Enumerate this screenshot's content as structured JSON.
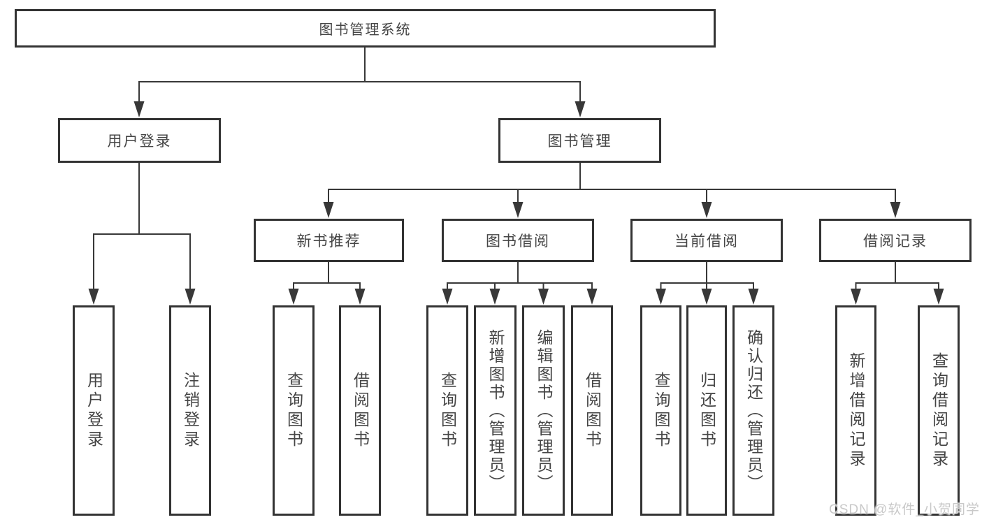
{
  "watermark": "CSDN @软件_小贺同学",
  "colors": {
    "line": "#383838",
    "box_border": "#333333",
    "text": "#454545",
    "background": "#ffffff",
    "watermark_text": "#c9c9c9"
  },
  "tree": {
    "root": "图书管理系统",
    "branches": [
      {
        "label": "用户登录",
        "children": [
          "用户登录",
          "注销登录"
        ]
      },
      {
        "label": "图书管理",
        "groups": [
          {
            "label": "新书推荐",
            "children": [
              "查询图书",
              "借阅图书"
            ]
          },
          {
            "label": "图书借阅",
            "children": [
              "查询图书",
              "新增图书（管理员）",
              "编辑图书（管理员）",
              "借阅图书"
            ]
          },
          {
            "label": "当前借阅",
            "children": [
              "查询图书",
              "归还图书",
              "确认归还（管理员）"
            ]
          },
          {
            "label": "借阅记录",
            "children": [
              "新增借阅记录",
              "查询借阅记录"
            ]
          }
        ]
      }
    ]
  }
}
